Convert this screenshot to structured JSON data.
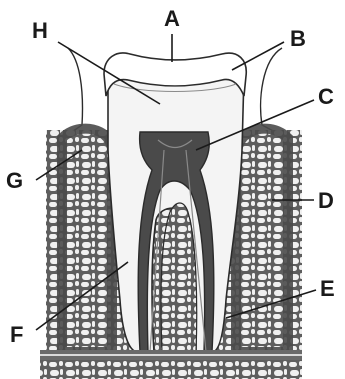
{
  "labels": {
    "A": "A",
    "B": "B",
    "C": "C",
    "D": "D",
    "E": "E",
    "F": "F",
    "G": "G",
    "H": "H"
  },
  "colors": {
    "background": "#ffffff",
    "outline": "#2b2b2b",
    "enamel": "#ffffff",
    "dentin": "#f4f4f4",
    "pulp": "#4a4a4a",
    "bone_dark": "#5e5e5e",
    "bone_cells": "#f0f0f0",
    "gum": "#6a6a6a",
    "text": "#1a1a1a"
  }
}
